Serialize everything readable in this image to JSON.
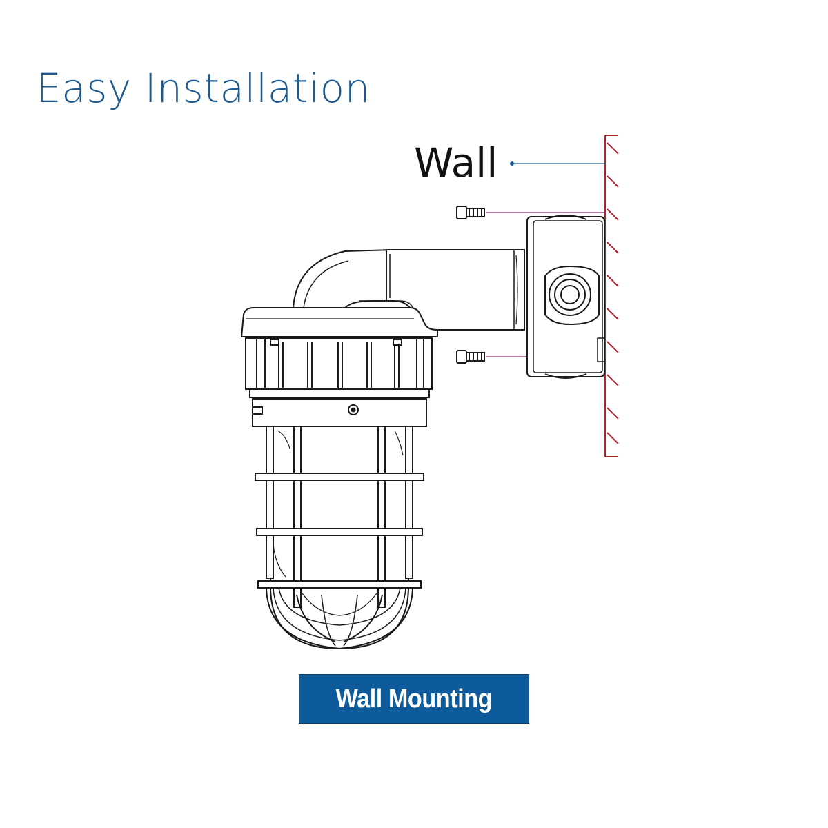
{
  "title": "Easy Installation",
  "wall_label": "Wall",
  "badge": {
    "label": "Wall Mounting"
  },
  "colors": {
    "title": "#1f5a8e",
    "badge_background": "#0d5b9a",
    "wall_line": "#b0202a",
    "callout_wall": "#1f5a8e",
    "callout_screw": "#8a2f63",
    "drawing": "#1a1a1a"
  },
  "icons": {
    "fixture": "vapor-tight-light-fixture",
    "screw": "mounting-screw-icon",
    "wall": "wall-section"
  }
}
